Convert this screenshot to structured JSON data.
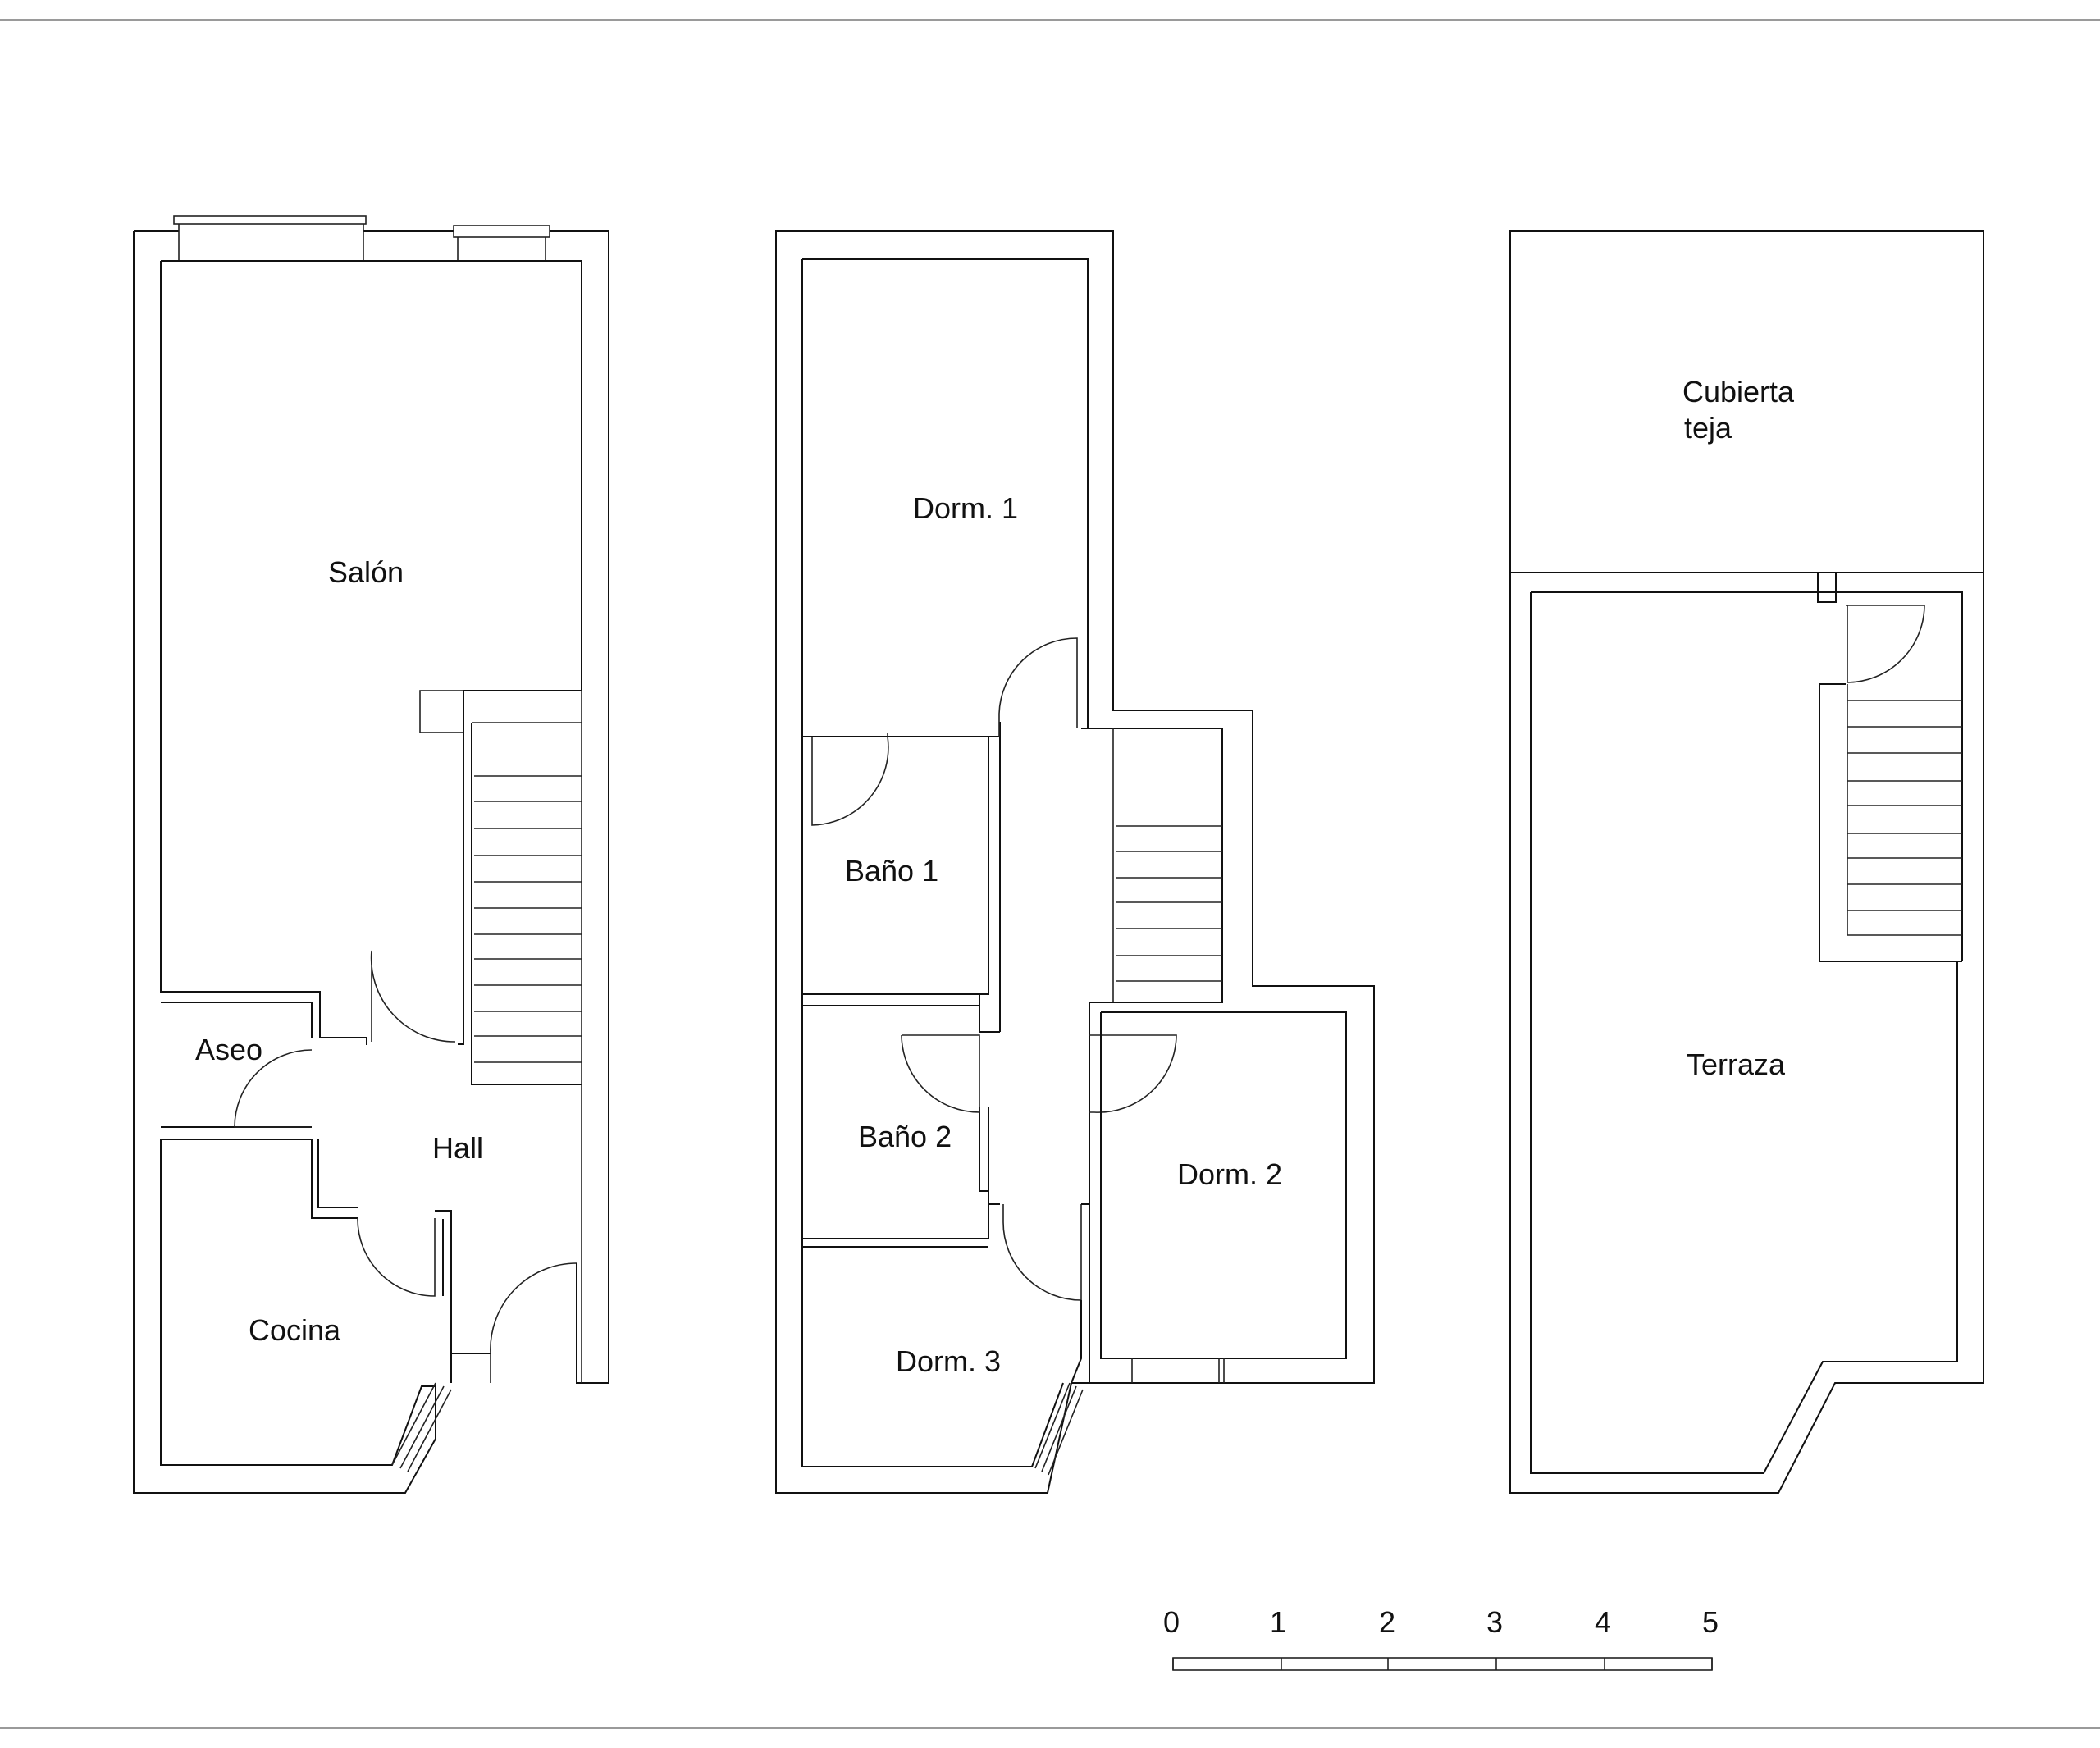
{
  "rooms": {
    "salon": "Salón",
    "aseo": "Aseo",
    "hall": "Hall",
    "cocina": "Cocina",
    "dorm1": "Dorm. 1",
    "bano1": "Baño 1",
    "bano2": "Baño 2",
    "dorm2": "Dorm. 2",
    "dorm3": "Dorm. 3",
    "cubierta_line1": "Cubierta",
    "cubierta_line2": "teja",
    "terraza": "Terraza"
  },
  "scale_bar": {
    "ticks": [
      "0",
      "1",
      "2",
      "3",
      "4",
      "5"
    ]
  },
  "colors": {
    "line": "#111111",
    "frame": "#9a9a9a",
    "background": "#ffffff"
  }
}
